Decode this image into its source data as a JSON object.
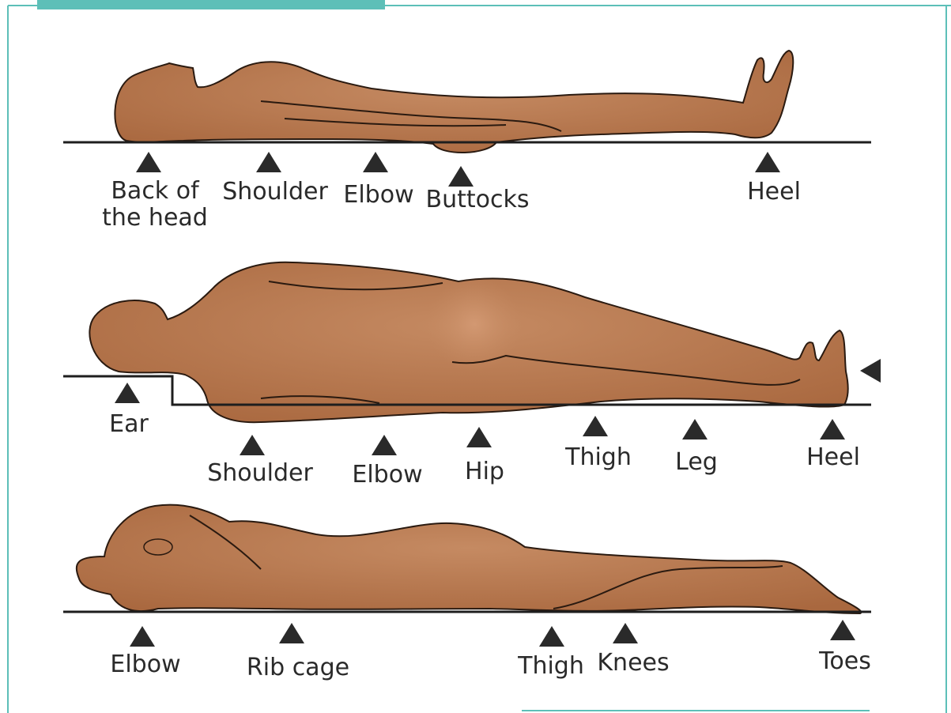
{
  "colors": {
    "frame": "#5dbfb8",
    "skin": "#b0714a",
    "skin_light": "#c58a62",
    "outline": "#2a1a10",
    "surface": "#1e1e1e",
    "marker": "#2a2a2a"
  },
  "panels": [
    {
      "name": "supine",
      "labels": [
        "Back of\nthe head",
        "Shoulder",
        "Elbow",
        "Buttocks",
        "Heel"
      ]
    },
    {
      "name": "lateral",
      "labels": [
        "Ear",
        "Shoulder",
        "Elbow",
        "Hip",
        "Thigh",
        "Leg",
        "Heel"
      ]
    },
    {
      "name": "prone",
      "labels": [
        "Elbow",
        "Rib cage",
        "Thigh",
        "Knees",
        "Toes"
      ]
    }
  ]
}
